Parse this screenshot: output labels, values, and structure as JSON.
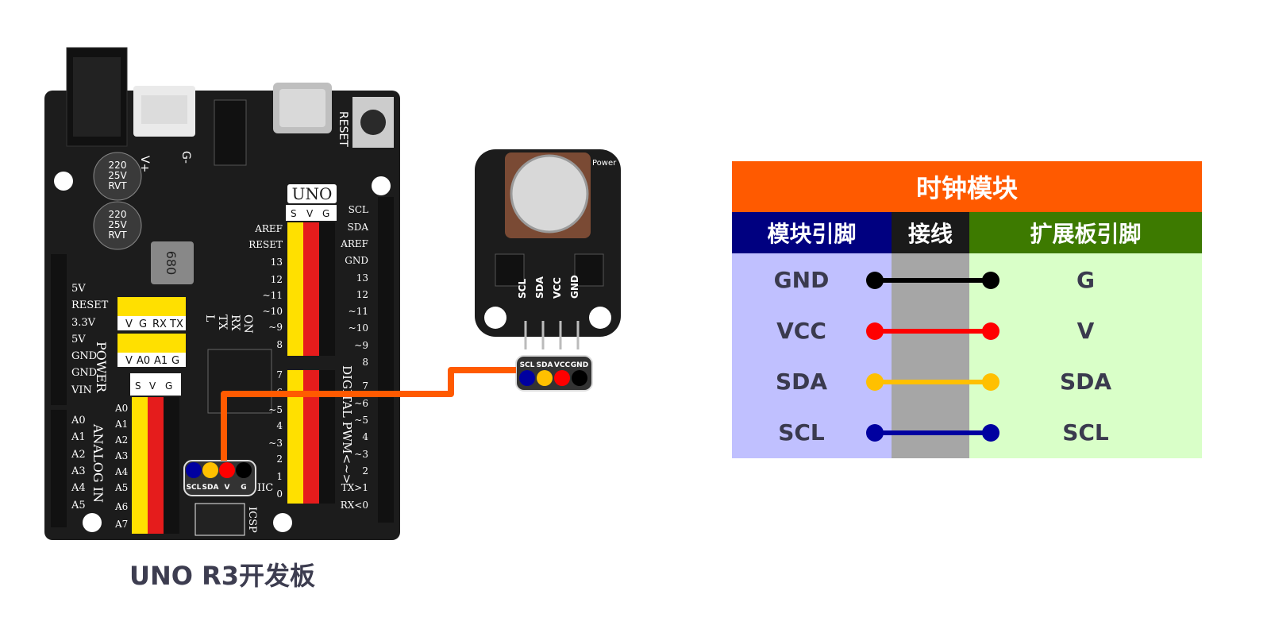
{
  "board": {
    "caption": "UNO R3开发板",
    "logo": "UNO",
    "power_labels": [
      "5V",
      "RESET",
      "3.3V",
      "5V",
      "GND",
      "GND",
      "VIN"
    ],
    "analog_labels": [
      "A0",
      "A1",
      "A2",
      "A3",
      "A4",
      "A5"
    ],
    "analog_header_labels": [
      "A0",
      "A1",
      "A2",
      "A3",
      "A4",
      "A5",
      "A6",
      "A7"
    ],
    "digital_left_labels": [
      "13",
      "12",
      "~11",
      "~10",
      "~9",
      "8",
      "7",
      "~6",
      "~5",
      "4",
      "~3",
      "2",
      "1",
      "0"
    ],
    "digital_right_labels": [
      "SCL",
      "SDA",
      "AREF",
      "GND",
      "13",
      "12",
      "~11",
      "~10",
      "~9",
      "8",
      "7",
      "~6",
      "~5",
      "4",
      "~3",
      "2",
      "TX>1",
      "RX<0"
    ],
    "uart_header": [
      "V",
      "G",
      "RX",
      "TX"
    ],
    "analog_small_header": [
      "V",
      "A0",
      "A1",
      "G"
    ],
    "aref_labels": [
      "AREF",
      "RESET"
    ],
    "svg_labels": [
      "S",
      "V",
      "G"
    ],
    "side_labels": {
      "power": "POWER",
      "analog": "ANALOG IN",
      "digital": "DIGITAL PWM<~>",
      "icsp": "ICSP",
      "iic": "IIC",
      "reset": "RESET"
    },
    "led_labels": [
      "L",
      "TX",
      "RX",
      "ON"
    ],
    "connector_labels": [
      "V+",
      "G-"
    ],
    "cap_text": [
      "220",
      "25V",
      "RVT"
    ],
    "inductor_text": "680",
    "iic_connector": [
      "SCL",
      "SDA",
      "V",
      "G"
    ]
  },
  "module": {
    "pin_labels": [
      "SCL",
      "SDA",
      "VCC",
      "GND"
    ],
    "connector_labels": [
      "SCL",
      "SDA",
      "VCC",
      "GND"
    ],
    "power_label": "Power"
  },
  "table": {
    "title": "时钟模块",
    "headers": [
      "模块引脚",
      "接线",
      "扩展板引脚"
    ],
    "rows": [
      {
        "module_pin": "GND",
        "board_pin": "G",
        "wire_color": "#000000"
      },
      {
        "module_pin": "VCC",
        "board_pin": "V",
        "wire_color": "#ff0000"
      },
      {
        "module_pin": "SDA",
        "board_pin": "SDA",
        "wire_color": "#ffc000"
      },
      {
        "module_pin": "SCL",
        "board_pin": "SCL",
        "wire_color": "#0000a0"
      }
    ]
  },
  "colors": {
    "title_bg": "#ff5a00",
    "hdr_module": "#000080",
    "hdr_wire": "#1a1a1a",
    "hdr_board": "#3d7a00",
    "body_module": "#c0c0ff",
    "body_wire": "#a6a6a6",
    "body_board": "#d9ffc8",
    "cable": "#ff5a00"
  }
}
